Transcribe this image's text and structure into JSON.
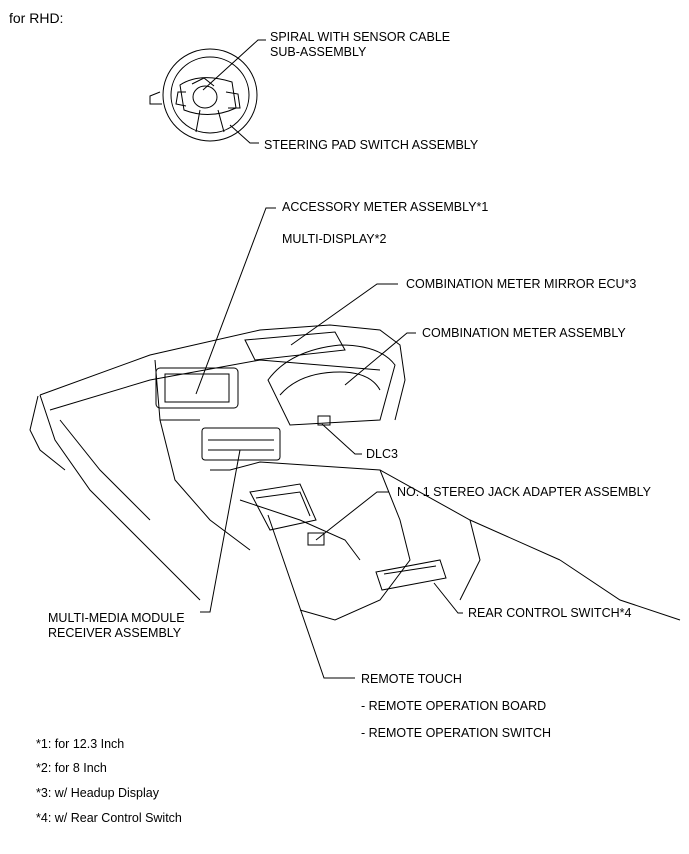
{
  "heading": "for RHD:",
  "callouts": {
    "spiral_line1": "SPIRAL WITH SENSOR CABLE",
    "spiral_line2": "SUB-ASSEMBLY",
    "steering_pad": "STEERING PAD SWITCH ASSEMBLY",
    "accessory_meter": "ACCESSORY METER ASSEMBLY*1",
    "multi_display": "MULTI-DISPLAY*2",
    "comb_meter_mirror": "COMBINATION METER MIRROR ECU*3",
    "comb_meter": "COMBINATION METER ASSEMBLY",
    "dlc3": "DLC3",
    "stereo_jack": "NO. 1 STEREO JACK ADAPTER ASSEMBLY",
    "rear_control": "REAR CONTROL SWITCH*4",
    "multimedia_line1": "MULTI-MEDIA MODULE",
    "multimedia_line2": "RECEIVER ASSEMBLY",
    "remote_touch": "REMOTE TOUCH",
    "remote_board": "- REMOTE OPERATION BOARD",
    "remote_switch": "- REMOTE OPERATION SWITCH"
  },
  "footnotes": [
    "*1: for 12.3 Inch",
    "*2: for 8 Inch",
    "*3: w/ Headup Display",
    "*4: w/ Rear Control Switch"
  ]
}
